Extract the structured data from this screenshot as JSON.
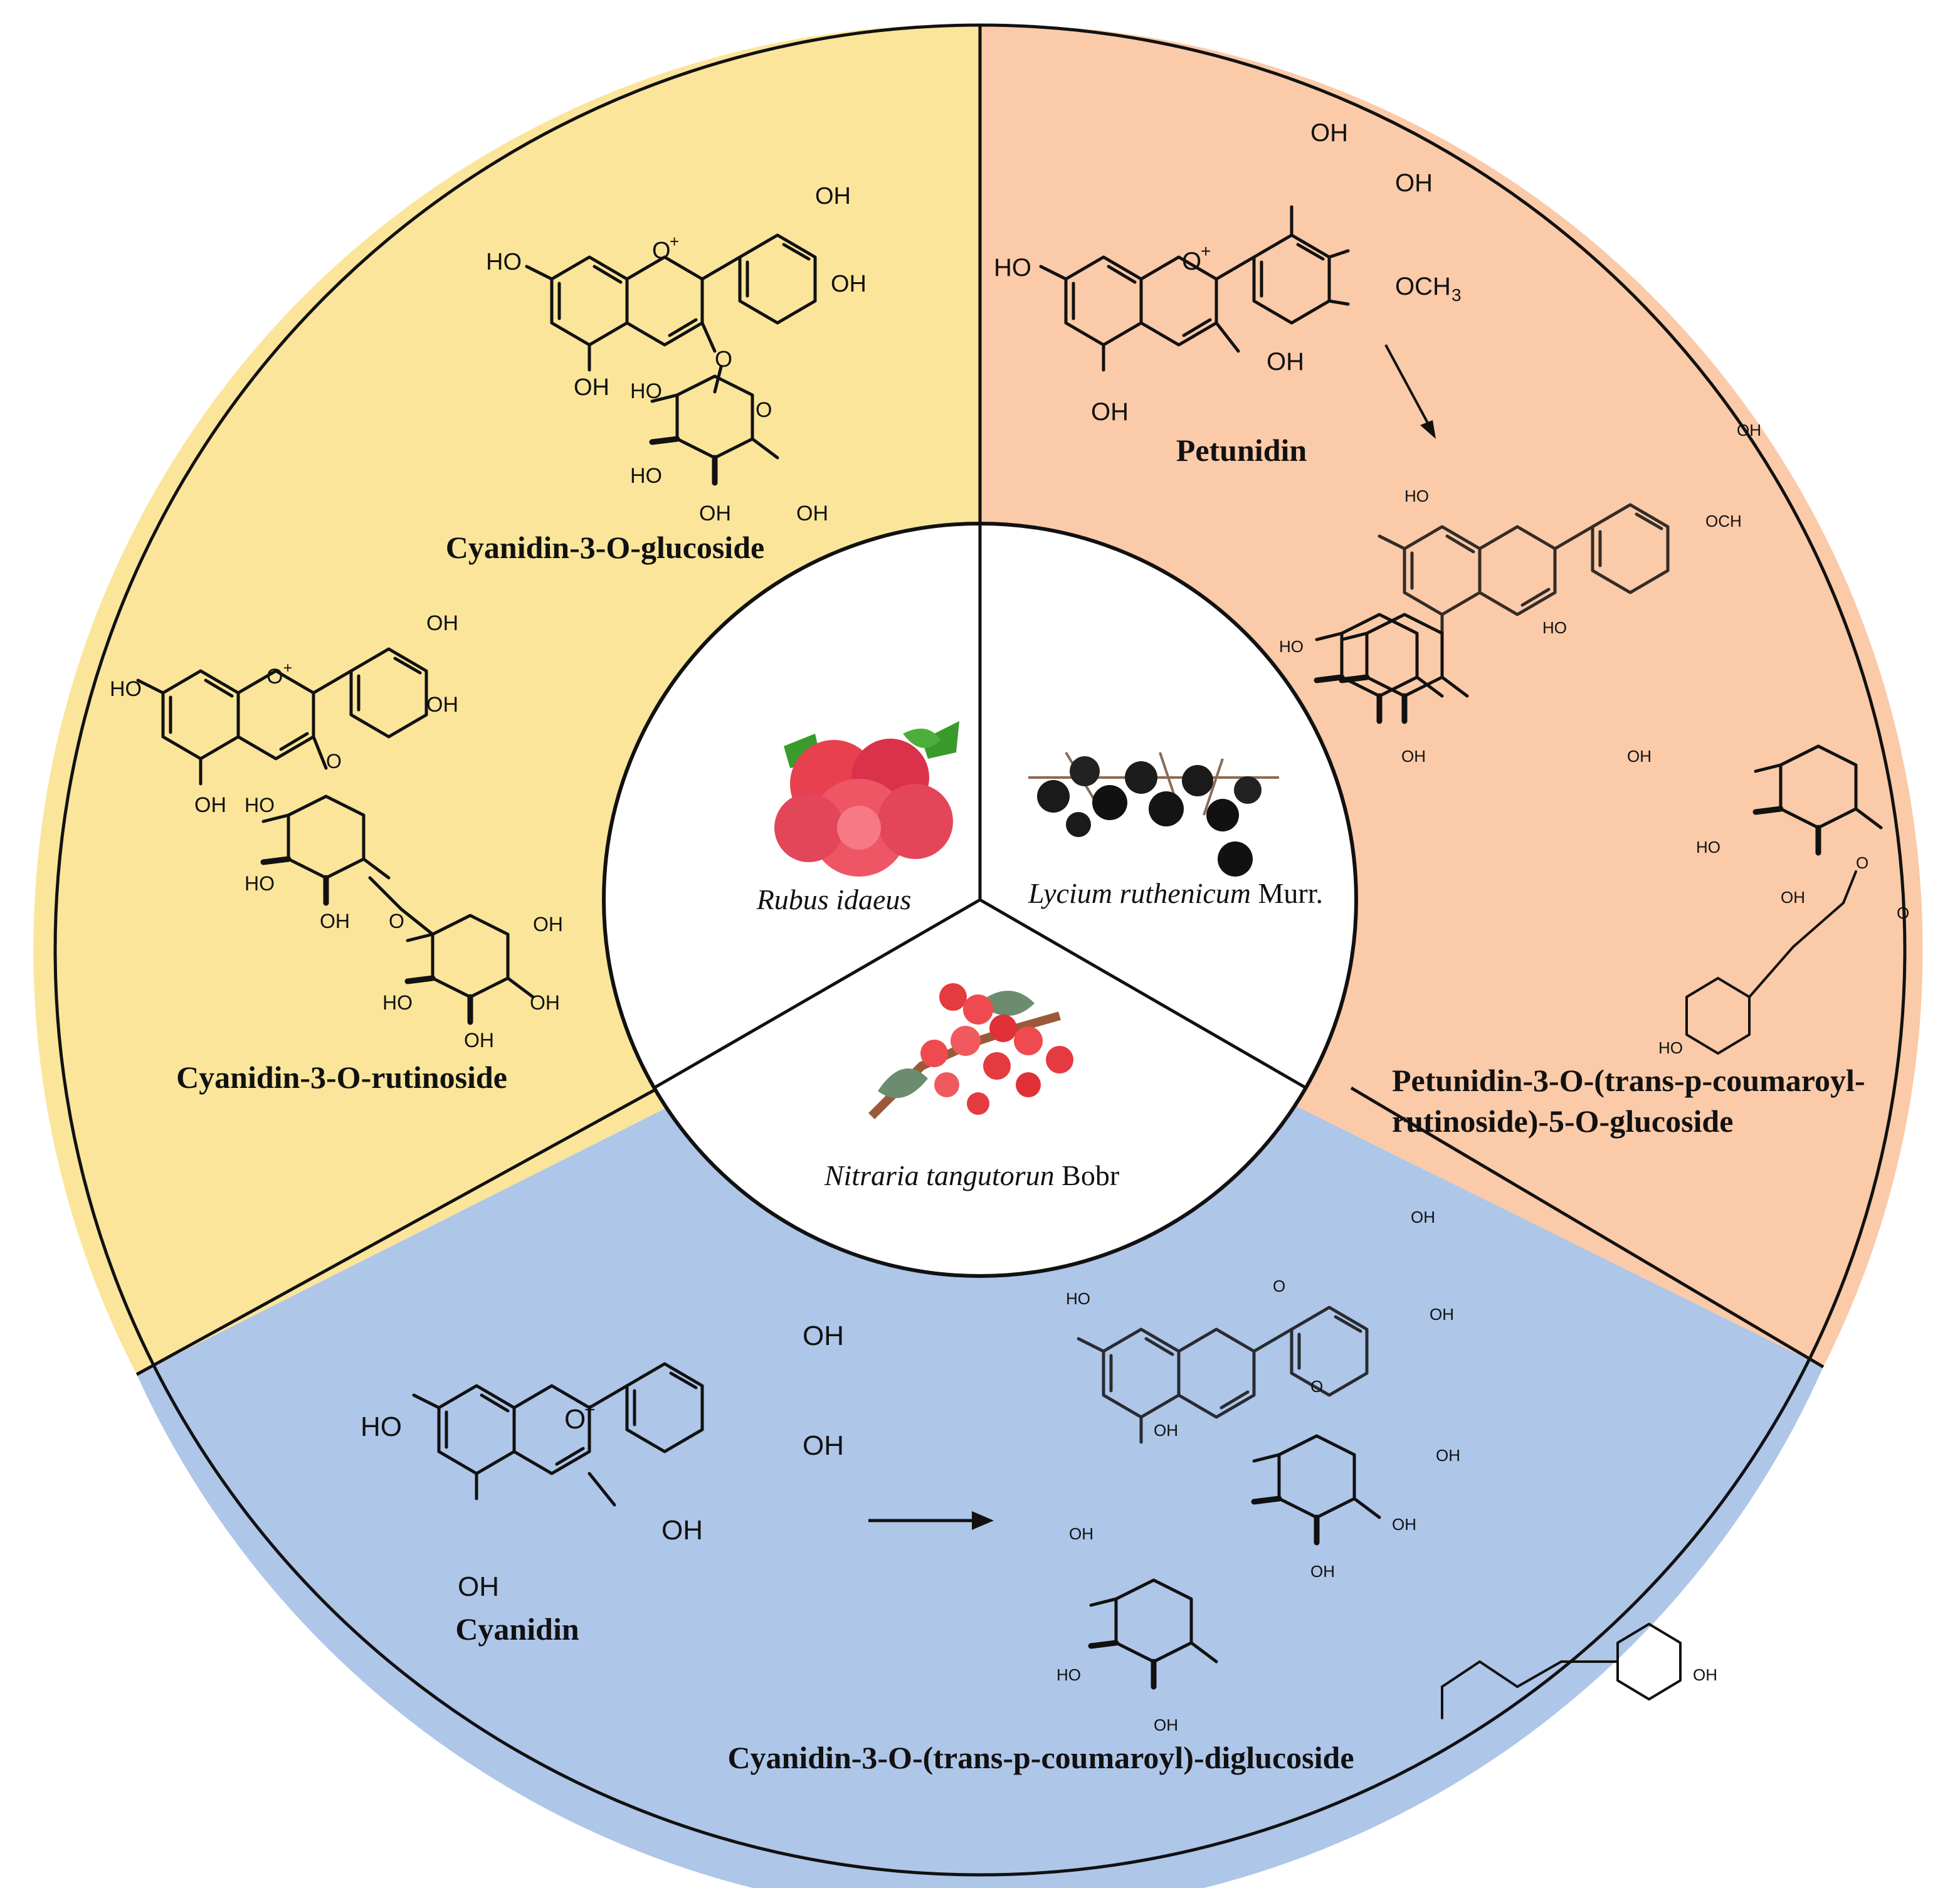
{
  "sectors": {
    "yellow": {
      "color": "#fbe59a"
    },
    "salmon": {
      "color": "#fbcaa8"
    },
    "blue": {
      "color": "#aec6e8"
    },
    "divider_color": "#111111"
  },
  "center": {
    "sources": [
      {
        "italic": "Rubus idaeus",
        "plain": ""
      },
      {
        "italic": "Lycium ruthenicum",
        "plain": " Murr."
      },
      {
        "italic": "Nitraria tangutorun",
        "plain": " Bobr"
      }
    ]
  },
  "yellow_sector": {
    "compounds": [
      "Cyanidin-3-O-glucoside",
      "Cyanidin-3-O-rutinoside"
    ]
  },
  "salmon_sector": {
    "compounds": [
      "Petunidin",
      "Petunidin-3-O-(trans-p-coumaroyl-",
      "rutinoside)-5-O-glucoside"
    ]
  },
  "blue_sector": {
    "compounds": [
      "Cyanidin",
      "Cyanidin-3-O-(trans-p-coumaroyl)-diglucoside"
    ]
  },
  "atom_labels": {
    "oh": "OH",
    "ho": "HO",
    "o_plus": "O",
    "plus": "+",
    "o": "O",
    "och3": "OCH",
    "sub3": "3"
  }
}
